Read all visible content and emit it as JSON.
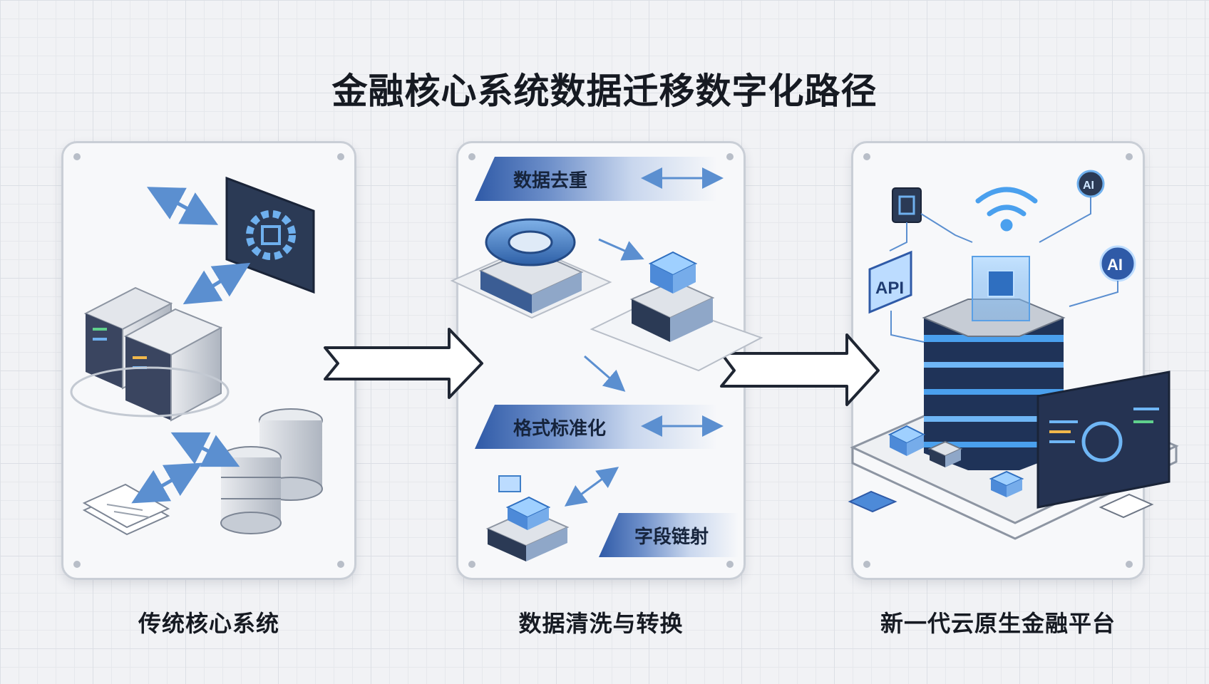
{
  "title": "金融核心系统数据迁移数字化路径",
  "stages": [
    {
      "caption": "传统核心系统"
    },
    {
      "caption": "数据清洗与转换"
    },
    {
      "caption": "新一代云原生金融平台"
    }
  ],
  "steps": [
    "数据去重",
    "格式标准化",
    "字段链射"
  ],
  "labels": {
    "api": "API",
    "ai": "AI"
  },
  "colors": {
    "accent": "#3b78c4",
    "dark": "#2b3a55",
    "frame": "#c9ced6"
  }
}
